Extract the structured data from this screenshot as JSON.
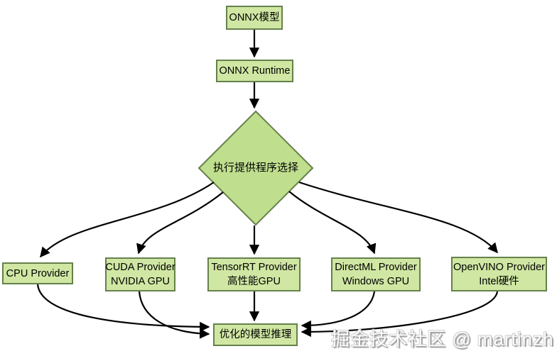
{
  "diagram": {
    "nodes": {
      "onnx_model": {
        "label": "ONNX模型"
      },
      "onnx_runtime": {
        "label": "ONNX Runtime"
      },
      "decision": {
        "label": "执行提供程序选择"
      },
      "cpu": {
        "label": "CPU Provider"
      },
      "cuda": {
        "label": "CUDA Provider",
        "sublabel": "NVIDIA GPU"
      },
      "tensorrt": {
        "label": "TensorRT Provider",
        "sublabel": "高性能GPU"
      },
      "directml": {
        "label": "DirectML Provider",
        "sublabel": "Windows GPU"
      },
      "openvino": {
        "label": "OpenVINO Provider",
        "sublabel": "Intel硬件"
      },
      "optimized": {
        "label": "优化的模型推理"
      }
    },
    "edges": [
      {
        "from": "onnx_model",
        "to": "onnx_runtime"
      },
      {
        "from": "onnx_runtime",
        "to": "decision"
      },
      {
        "from": "decision",
        "to": "cpu"
      },
      {
        "from": "decision",
        "to": "cuda"
      },
      {
        "from": "decision",
        "to": "tensorrt"
      },
      {
        "from": "decision",
        "to": "directml"
      },
      {
        "from": "decision",
        "to": "openvino"
      },
      {
        "from": "cpu",
        "to": "optimized"
      },
      {
        "from": "cuda",
        "to": "optimized"
      },
      {
        "from": "tensorrt",
        "to": "optimized"
      },
      {
        "from": "directml",
        "to": "optimized"
      },
      {
        "from": "openvino",
        "to": "optimized"
      }
    ],
    "colors": {
      "node_fill": "#d0e7a3",
      "decision_fill": "#c0df8e",
      "node_border": "#65814b",
      "arrow": "#000000",
      "text": "#000000",
      "background": "#ffffff"
    }
  },
  "watermark": {
    "text": "掘金技术社区 @ martinzh"
  }
}
